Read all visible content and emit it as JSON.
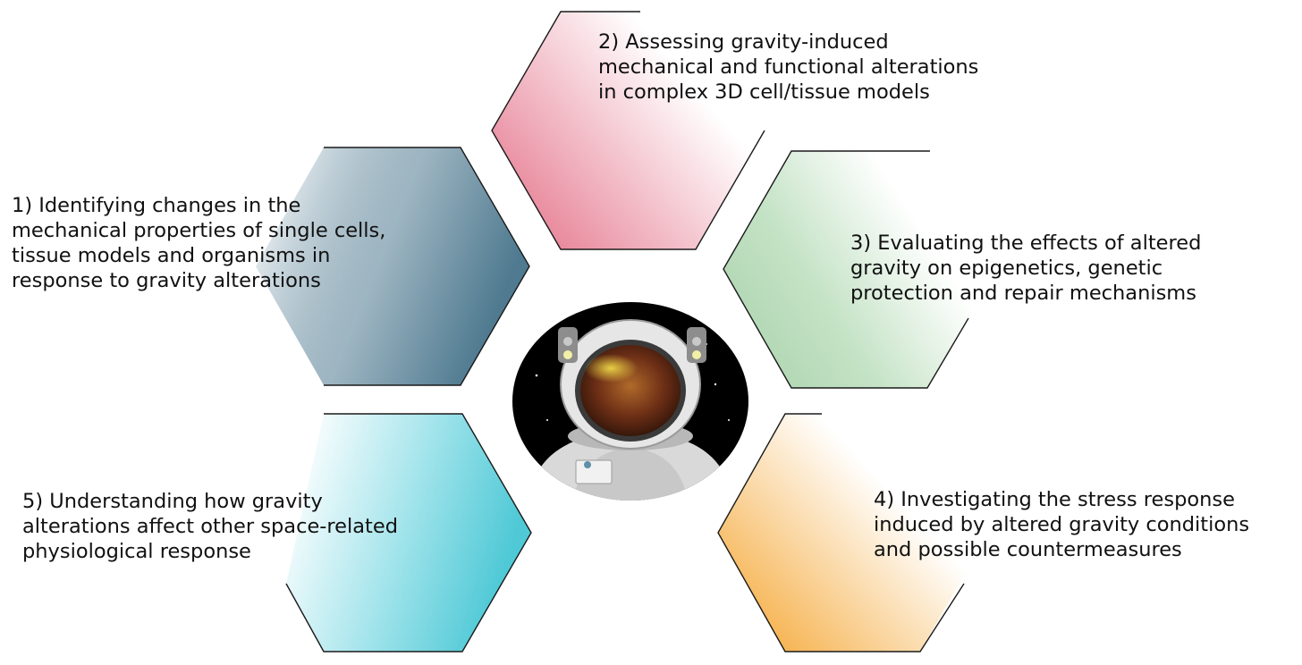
{
  "items": [
    {
      "number": 1,
      "lines": [
        "1) Identifying changes in the",
        "mechanical properties of single cells,",
        "tissue models and organisms in",
        "response to gravity alterations"
      ],
      "color": "#4f7a90"
    },
    {
      "number": 2,
      "lines": [
        "2) Assessing gravity-induced",
        "mechanical and functional alterations",
        "in complex 3D cell/tissue models"
      ],
      "color": "#e8869a"
    },
    {
      "number": 3,
      "lines": [
        "3) Evaluating the effects of altered",
        "gravity on epigenetics, genetic",
        "protection and repair mechanisms"
      ],
      "color": "#b2d8b4"
    },
    {
      "number": 4,
      "lines": [
        "4) Investigating the stress response",
        "induced by altered gravity conditions",
        "and possible countermeasures"
      ],
      "color": "#f6b24e"
    },
    {
      "number": 5,
      "lines": [
        "5) Understanding how gravity",
        "alterations affect other space-related",
        "physiological response"
      ],
      "color": "#5fcfdb"
    }
  ],
  "center_image": {
    "icon": "astronaut-helmet-icon"
  }
}
